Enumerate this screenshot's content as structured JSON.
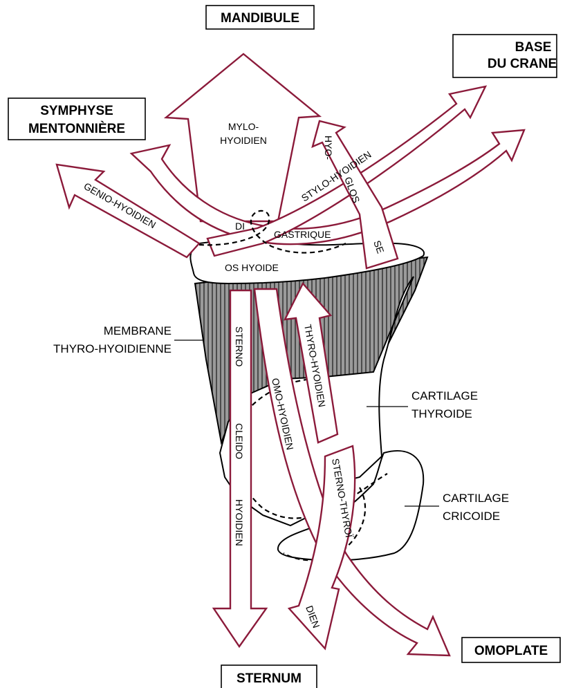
{
  "anchors": {
    "mandibule": "MANDIBULE",
    "base_crane_1": "BASE",
    "base_crane_2": "DU CRANE",
    "symphyse_1": "SYMPHYSE",
    "symphyse_2": "MENTONNIÈRE",
    "omoplate": "OMOPLATE",
    "sternum": "STERNUM"
  },
  "muscles": {
    "mylo_1": "MYLO-",
    "mylo_2": "HYOIDIEN",
    "hyoglosse_a": "HYO-",
    "hyoglosse_b": "GLOS",
    "hyoglosse_c": "SE",
    "stylo": "STYLO-HYOIDIEN",
    "genio": "GENIO-HYOIDIEN",
    "digastrique_a": "DI",
    "digastrique_b": "GASTRIQUE",
    "sterno_cleido_1": "STERNO",
    "sterno_cleido_2": "CLEIDO",
    "sterno_cleido_3": "HYOIDIEN",
    "omo": "OMO-HYOIDIEN",
    "thyro": "THYRO-HYOIDIEN",
    "sterno_thyro": "STERNO-THYROÏ",
    "sterno_thyro_end": "DIEN"
  },
  "structures": {
    "os_hyoide": "OS HYOIDE",
    "membrane_1": "MEMBRANE",
    "membrane_2": "THYRO-HYOIDIENNE",
    "thyroide_1": "CARTILAGE",
    "thyroide_2": "THYROIDE",
    "cricoide_1": "CARTILAGE",
    "cricoide_2": "CRICOIDE"
  },
  "colors": {
    "arrow_stroke": "#8b1a3a",
    "membrane_fill": "#8a8a8a"
  }
}
